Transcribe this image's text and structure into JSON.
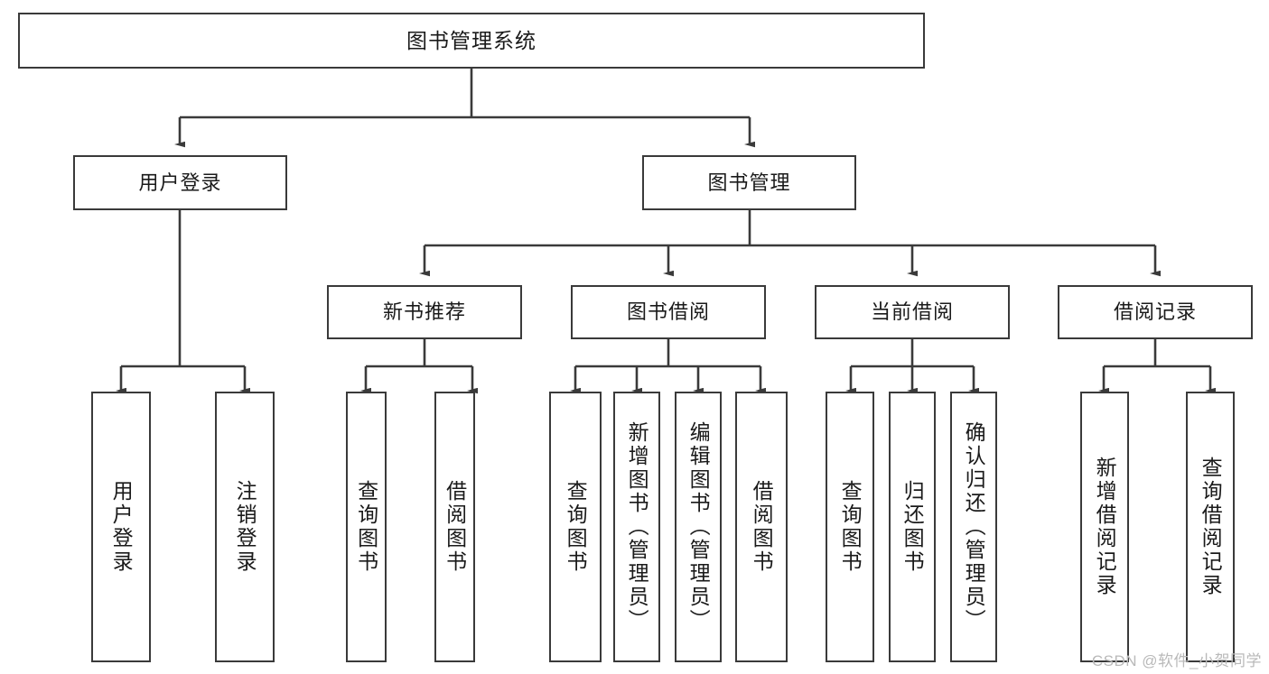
{
  "diagram": {
    "title": "图书管理系统",
    "watermark": "CSDN @软件_小贺同学",
    "colors": {
      "box_border": "#3a3a3a",
      "box_fill": "#ffffff",
      "connector": "#3a3a3a",
      "text": "#1a1a1a",
      "watermark": "#b9b9b9"
    },
    "levels": {
      "root": {
        "label": "图书管理系统"
      },
      "level2": [
        {
          "label": "用户登录"
        },
        {
          "label": "图书管理"
        }
      ],
      "level3": [
        {
          "label": "新书推荐"
        },
        {
          "label": "图书借阅"
        },
        {
          "label": "当前借阅"
        },
        {
          "label": "借阅记录"
        }
      ],
      "leaves": {
        "user_login": [
          {
            "label": "用户登录"
          },
          {
            "label": "注销登录"
          }
        ],
        "new_book_recommend": [
          {
            "label": "查询图书"
          },
          {
            "label": "借阅图书"
          }
        ],
        "book_borrow": [
          {
            "label": "查询图书"
          },
          {
            "label": "新增图书（管理员）"
          },
          {
            "label": "编辑图书（管理员）"
          },
          {
            "label": "借阅图书"
          }
        ],
        "current_borrow": [
          {
            "label": "查询图书"
          },
          {
            "label": "归还图书"
          },
          {
            "label": "确认归还（管理员）"
          }
        ],
        "borrow_records": [
          {
            "label": "新增借阅记录"
          },
          {
            "label": "查询借阅记录"
          }
        ]
      }
    }
  }
}
